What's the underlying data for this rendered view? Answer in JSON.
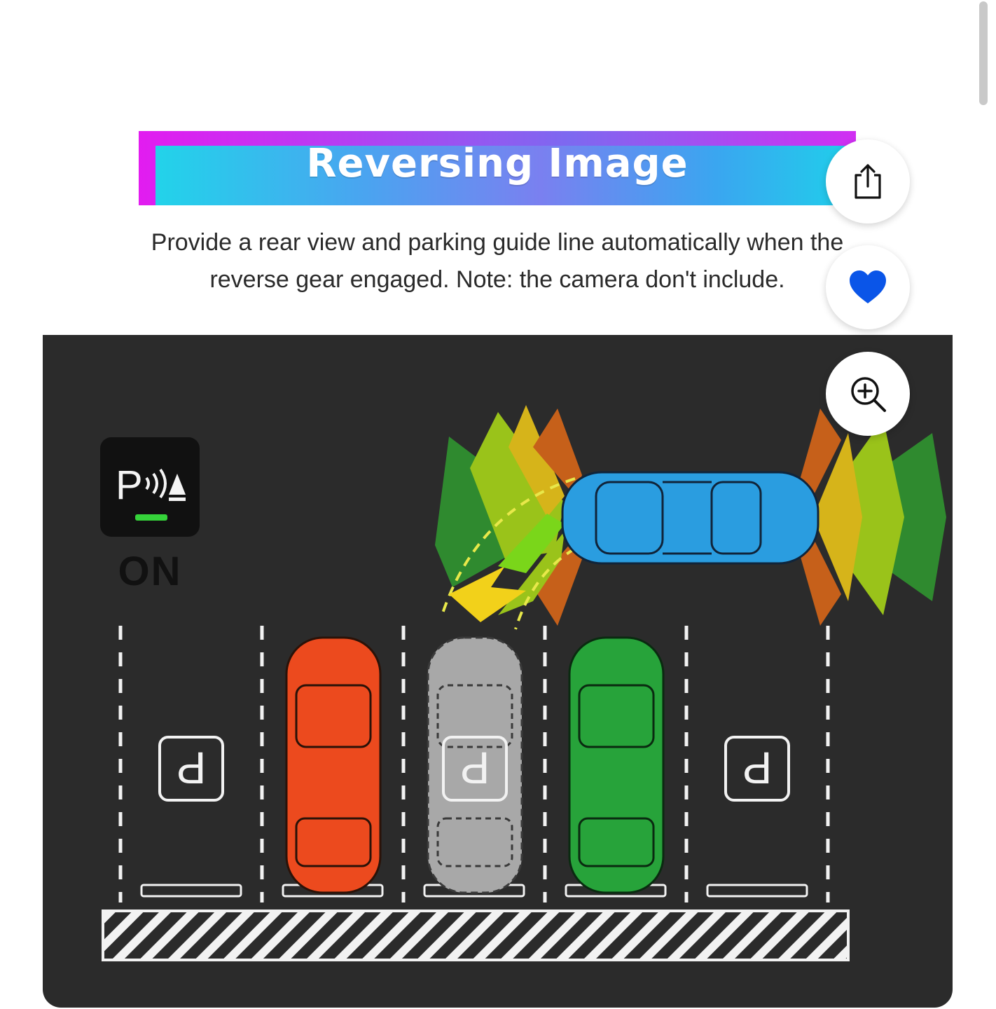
{
  "banner": {
    "title": "Reversing Image"
  },
  "description": {
    "line1": "Provide a rear view and parking guide line automatically when the",
    "line2": "reverse gear engaged. Note: the camera don't include."
  },
  "actions": {
    "share_icon": "share-icon",
    "favorite_icon": "heart-icon",
    "zoom_icon": "zoom-in-icon",
    "favorite_color": "#0a55e8"
  },
  "illustration": {
    "parking_sensor_label": "ON",
    "parking_sign_letter": "P",
    "car_colors": {
      "reversing_car": "#2a9de0",
      "left_car": "#ec4a1e",
      "ghost_car": "#a8a8a8",
      "right_car": "#27a33a"
    },
    "sensor_zone_colors": [
      "#2f8a2f",
      "#9ac31a",
      "#d6b41a",
      "#c6601a"
    ]
  }
}
